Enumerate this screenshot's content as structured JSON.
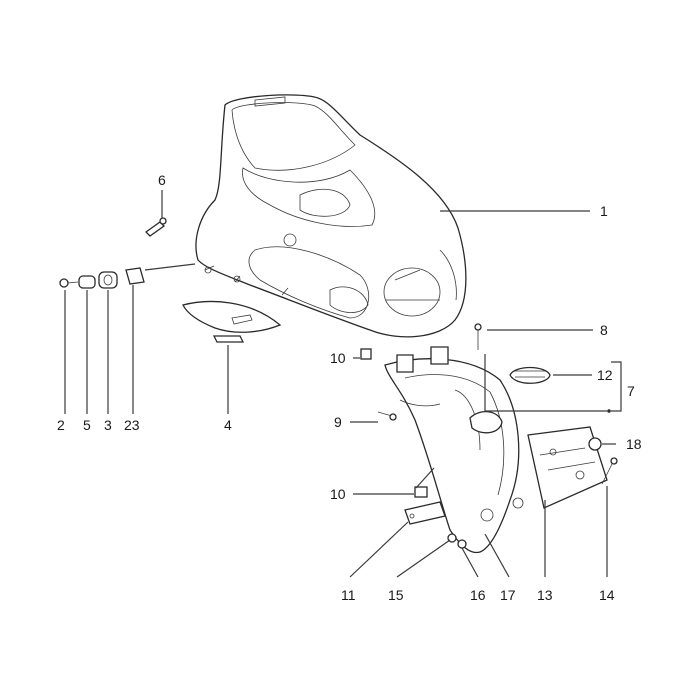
{
  "diagram": {
    "callouts": [
      {
        "id": "1",
        "text": "1"
      },
      {
        "id": "2",
        "text": "2"
      },
      {
        "id": "3",
        "text": "3"
      },
      {
        "id": "4",
        "text": "4"
      },
      {
        "id": "5",
        "text": "5"
      },
      {
        "id": "6",
        "text": "6"
      },
      {
        "id": "7",
        "text": "7"
      },
      {
        "id": "8",
        "text": "8"
      },
      {
        "id": "9",
        "text": "9"
      },
      {
        "id": "10a",
        "text": "10"
      },
      {
        "id": "10b",
        "text": "10"
      },
      {
        "id": "11",
        "text": "11"
      },
      {
        "id": "12",
        "text": "12"
      },
      {
        "id": "13",
        "text": "13"
      },
      {
        "id": "14",
        "text": "14"
      },
      {
        "id": "15",
        "text": "15"
      },
      {
        "id": "16",
        "text": "16"
      },
      {
        "id": "17",
        "text": "17"
      },
      {
        "id": "18",
        "text": "18"
      },
      {
        "id": "23",
        "text": "23"
      }
    ]
  }
}
